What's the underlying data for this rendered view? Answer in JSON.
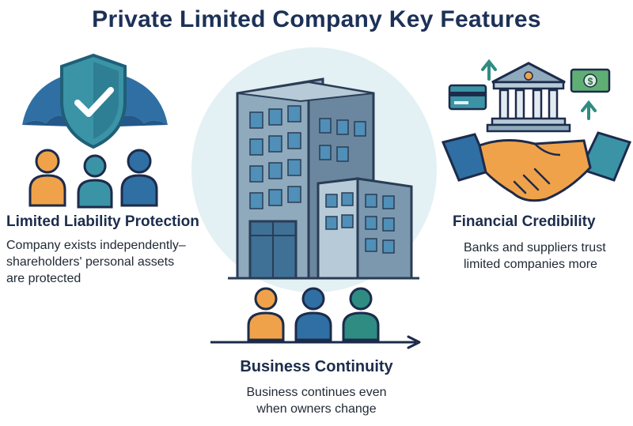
{
  "title": "Private Limited Company Key Features",
  "features": {
    "liability": {
      "heading": "Limited Liability Protection",
      "lines": [
        "Company exists independently–",
        "shareholders' personal assets",
        "are protected"
      ]
    },
    "credibility": {
      "heading": "Financial Credibility",
      "lines": [
        "Banks and suppliers trust",
        "limited companies more"
      ]
    },
    "continuity": {
      "heading": "Business Continuity",
      "lines": [
        "Business continues even",
        "when owners change"
      ]
    }
  },
  "colors": {
    "navy": "#1c3157",
    "teal": "#3b93a6",
    "orange": "#f0a24a",
    "blue": "#2f6fa3",
    "green": "#2f8c82",
    "building": "#5f7e96"
  },
  "icons": [
    "shield-icon",
    "checkmark-icon",
    "umbrella-icon",
    "person-icon",
    "office-building-icon",
    "bank-icon",
    "banknote-icon",
    "credit-card-icon",
    "handshake-icon",
    "arrow-up-icon",
    "arrow-right-icon"
  ]
}
